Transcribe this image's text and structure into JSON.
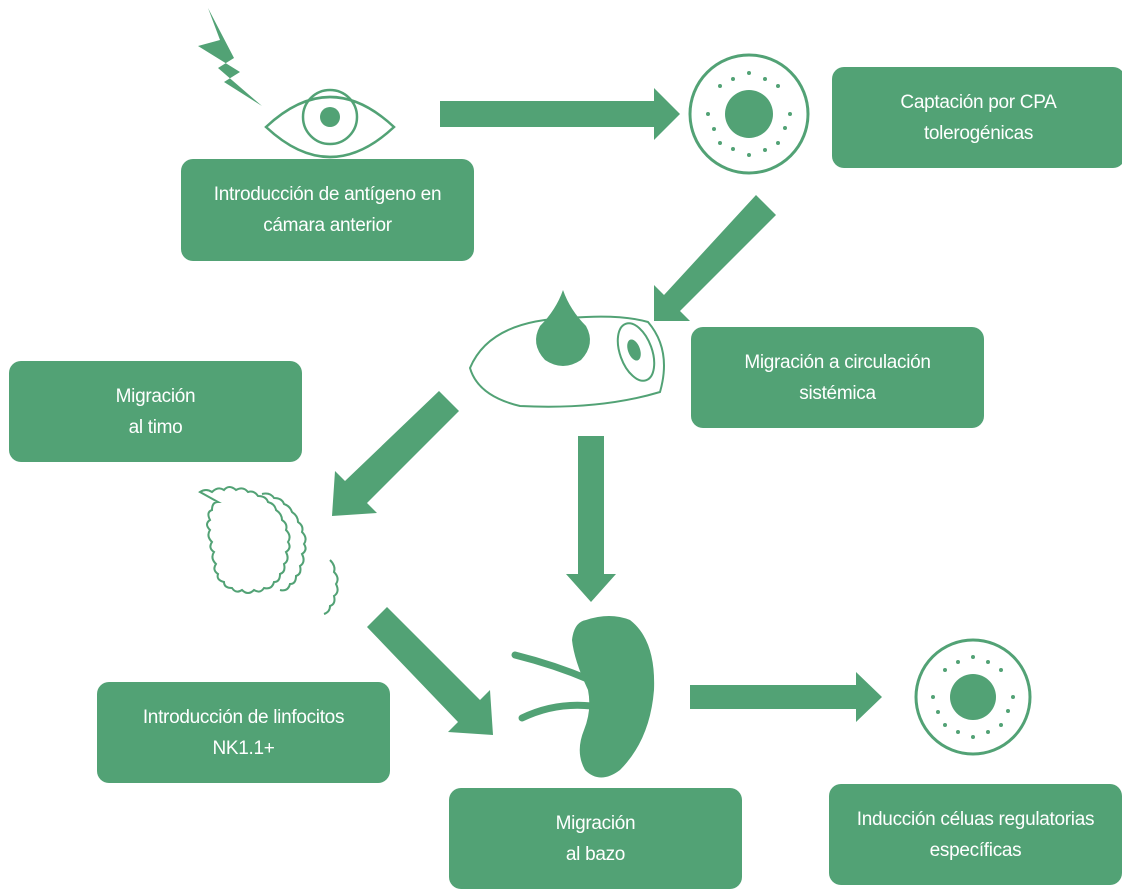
{
  "colors": {
    "accent": "#52a275",
    "background": "#ffffff"
  },
  "icons": [
    "lightning-icon",
    "eye-icon",
    "antigen-presenting-cell-icon",
    "blood-vessel-icon",
    "thymus-icon",
    "spleen-icon",
    "regulatory-cell-icon"
  ],
  "boxes": {
    "intro_antigen": [
      "Introducción de antígeno en",
      "cámara anterior"
    ],
    "captacion": [
      "Captación por CPA",
      "tolerogénicas"
    ],
    "migracion_circulacion": [
      "Migración a circulación",
      "sistémica"
    ],
    "migracion_timo": [
      "Migración",
      "al timo"
    ],
    "intro_linfocitos": [
      "Introducción de linfocitos",
      "NK1.1+"
    ],
    "migracion_bazo": [
      "Migración",
      "al bazo"
    ],
    "induccion": [
      "Inducción céluas regulatorias",
      "específicas"
    ]
  }
}
